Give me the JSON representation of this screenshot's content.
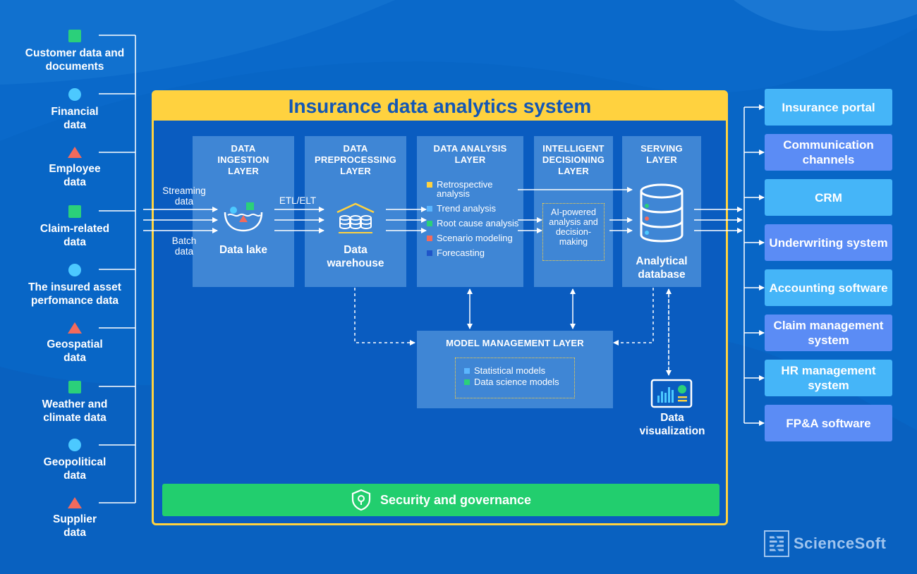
{
  "title": "Insurance data analytics system",
  "sources": [
    {
      "label": "Customer data and documents",
      "shape": "square"
    },
    {
      "label": "Financial data",
      "shape": "circle"
    },
    {
      "label": "Employee data",
      "shape": "triangle"
    },
    {
      "label": "Claim-related data",
      "shape": "square"
    },
    {
      "label": "The insured asset perfomance data",
      "shape": "circle"
    },
    {
      "label": "Geospatial data",
      "shape": "triangle"
    },
    {
      "label": "Weather and climate data",
      "shape": "square"
    },
    {
      "label": "Geopolitical data",
      "shape": "circle"
    },
    {
      "label": "Supplier data",
      "shape": "triangle"
    }
  ],
  "ingestion": {
    "title": "DATA INGESTION LAYER",
    "caption": "Data lake",
    "streaming": "Streaming data",
    "batch": "Batch data"
  },
  "etl_label": "ETL/ELT",
  "preprocessing": {
    "title": "DATA PREPROCESSING LAYER",
    "caption": "Data warehouse"
  },
  "analysis": {
    "title": "DATA ANALYSIS LAYER",
    "items": [
      {
        "label": "Retrospective analysis",
        "color": "#ffd23f"
      },
      {
        "label": "Trend analysis",
        "color": "#5bb6ff"
      },
      {
        "label": "Root cause analysis",
        "color": "#2bd07a"
      },
      {
        "label": "Scenario modeling",
        "color": "#f26a5c"
      },
      {
        "label": "Forecasting",
        "color": "#1f55c9"
      }
    ]
  },
  "decisioning": {
    "title": "INTELLIGENT DECISIONING LAYER",
    "box": "AI-powered analysis and decision-making"
  },
  "serving": {
    "title": "SERVING LAYER",
    "caption": "Analytical database"
  },
  "model_management": {
    "title": "MODEL MANAGEMENT LAYER",
    "items": [
      {
        "label": "Statistical models",
        "color": "#5bb6ff"
      },
      {
        "label": "Data science models",
        "color": "#2bd07a"
      }
    ]
  },
  "visualization": "Data visualization",
  "security": "Security and governance",
  "outputs": [
    {
      "label": "Insurance portal"
    },
    {
      "label": "Communication channels"
    },
    {
      "label": "CRM"
    },
    {
      "label": "Underwriting system"
    },
    {
      "label": "Accounting software"
    },
    {
      "label": "Claim management system"
    },
    {
      "label": "HR management system"
    },
    {
      "label": "FP&A software"
    }
  ],
  "brand": "ScienceSoft",
  "colors": {
    "background": "#0866c6",
    "accent_yellow": "#ffd23f",
    "accent_green": "#22ce6e",
    "layer_box": "#3f86d5",
    "output_light": "#45b5f8",
    "output_violet": "#5b8cf5"
  }
}
